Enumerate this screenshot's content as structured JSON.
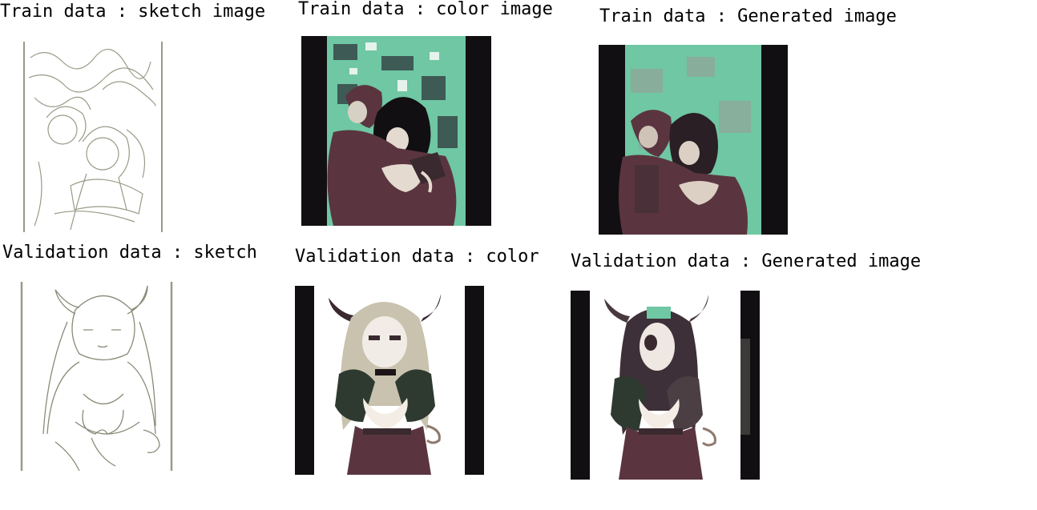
{
  "captions": {
    "train_sketch": "Train data : sketch image",
    "train_color": "Train data : color image",
    "train_generated": "Train data : Generated image",
    "val_sketch": "Validation data : sketch",
    "val_color": "Validation data : color",
    "val_generated": "Validation data : Generated image"
  },
  "colors": {
    "teal": "#6fc7a4",
    "plum": "#5a3540",
    "dark": "#120f12",
    "sketch_line": "#9a9a88",
    "skin": "#e9ddd2",
    "hair_light": "#c9c2ae"
  }
}
